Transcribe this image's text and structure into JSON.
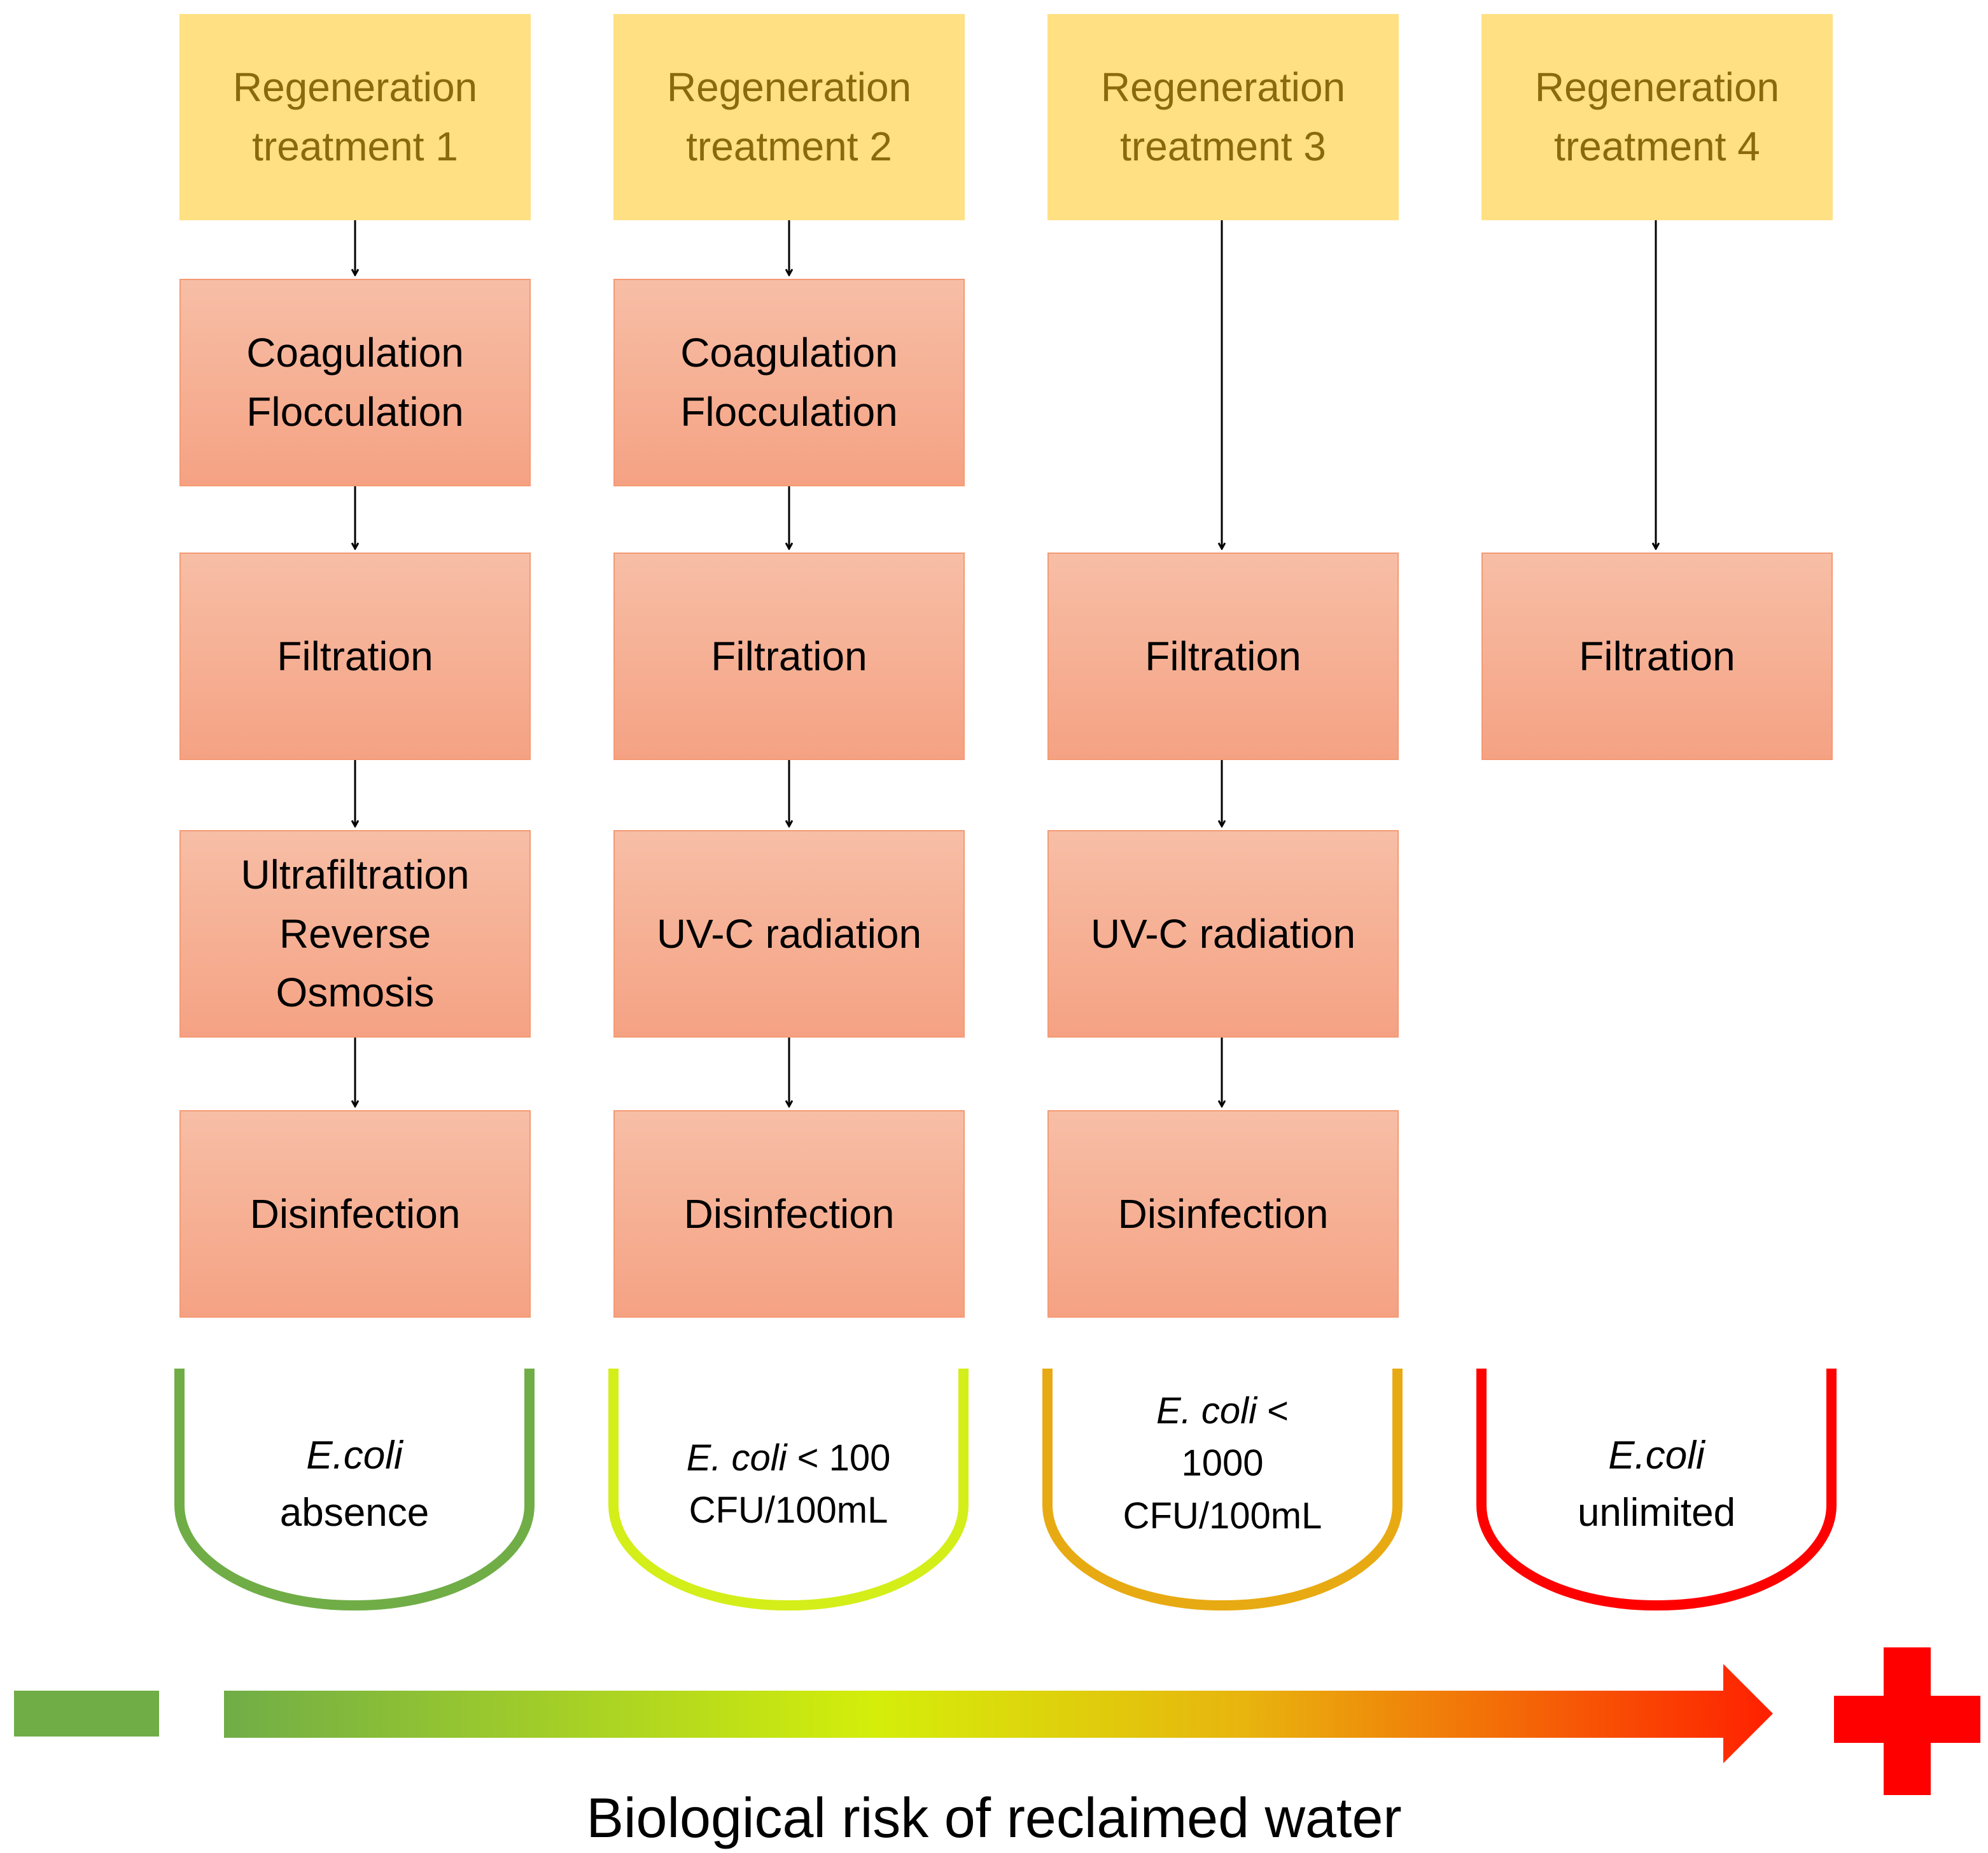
{
  "columns": [
    {
      "header": {
        "line1": "Regeneration",
        "line2": "treatment 1"
      },
      "steps": {
        "coag": [
          "Coagulation",
          "Flocculation"
        ],
        "filtration": "Filtration",
        "stage3": [
          "Ultrafiltration",
          "Reverse",
          "Osmosis"
        ],
        "disinfection": "Disinfection"
      },
      "limit": {
        "line1": "E.coli",
        "line2": "absence"
      },
      "color": "#70AD47"
    },
    {
      "header": {
        "line1": "Regeneration",
        "line2": "treatment 2"
      },
      "steps": {
        "coag": [
          "Coagulation",
          "Flocculation"
        ],
        "filtration": "Filtration",
        "stage3": [
          "UV-C radiation"
        ],
        "disinfection": "Disinfection"
      },
      "limit": {
        "line1_italic": "E. coli",
        "line1_rest": " < 100",
        "line2": "CFU/100mL"
      },
      "color": "#D4EE1A"
    },
    {
      "header": {
        "line1": "Regeneration",
        "line2": "treatment 3"
      },
      "steps": {
        "filtration": "Filtration",
        "stage3": [
          "UV-C radiation"
        ],
        "disinfection": "Disinfection"
      },
      "limit": {
        "line1_italic": "E. coli",
        "line1_rest": " <",
        "line2": "1000",
        "line3": "CFU/100mL"
      },
      "color": "#E8AA12"
    },
    {
      "header": {
        "line1": "Regeneration",
        "line2": "treatment 4"
      },
      "steps": {
        "filtration": "Filtration"
      },
      "limit": {
        "line1": "E.coli",
        "line2": "unlimited"
      },
      "color": "#FF0000"
    }
  ],
  "risk_axis": {
    "label": "Biological risk of reclaimed water",
    "gradient": [
      "#70AD47",
      "#D4EE0A",
      "#E8B40E",
      "#FF2000"
    ]
  }
}
